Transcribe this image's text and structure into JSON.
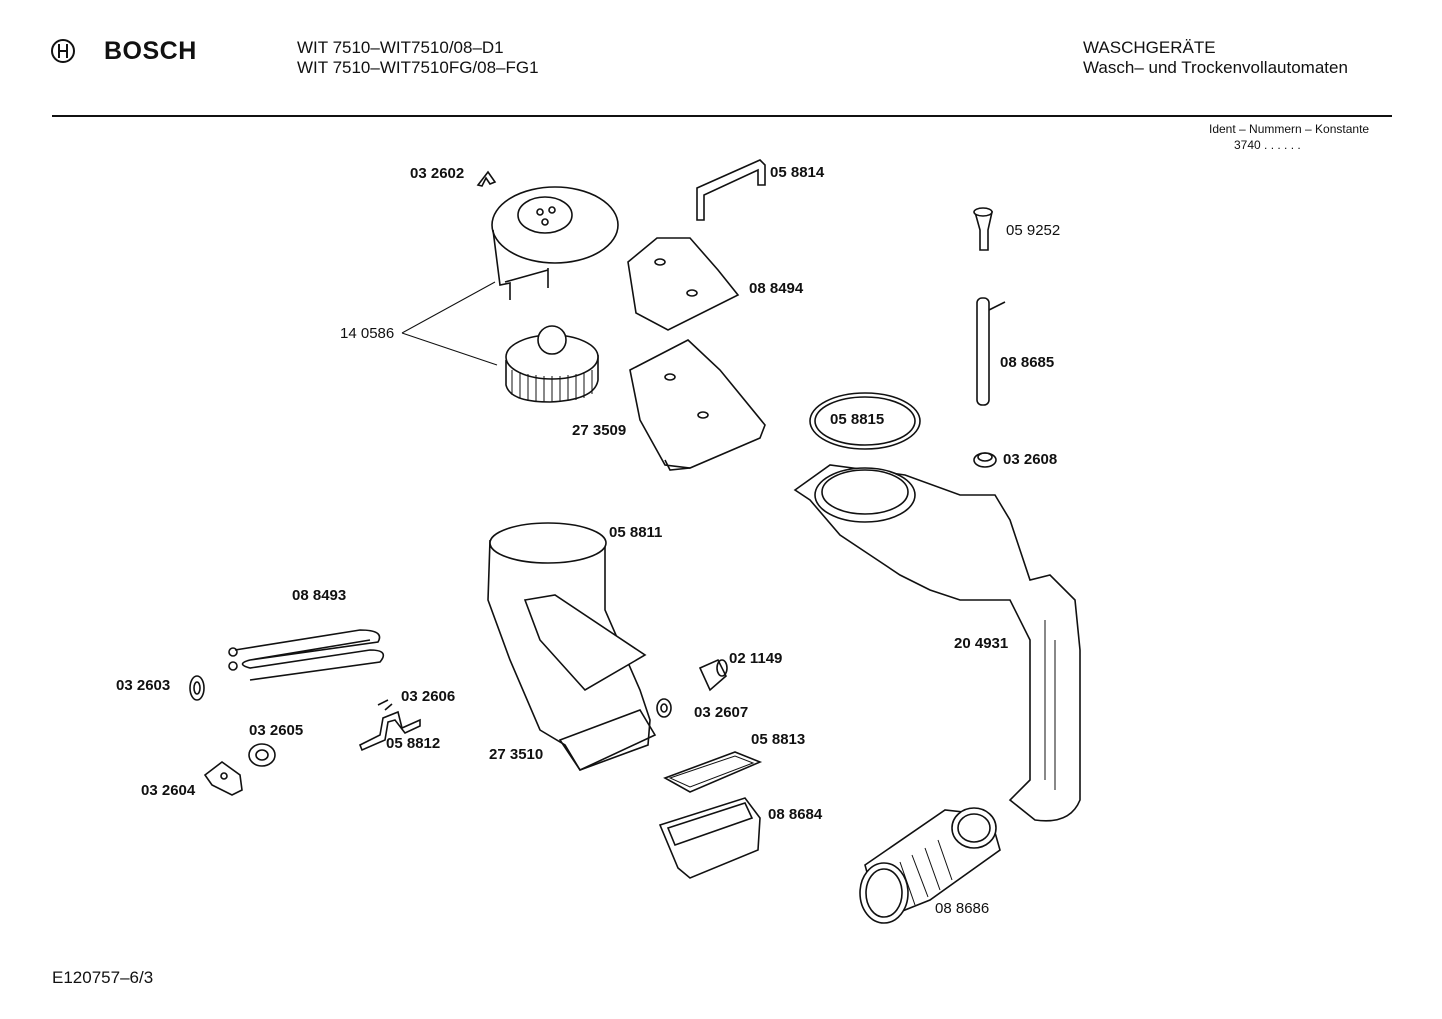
{
  "header": {
    "brand": "BOSCH",
    "model_line1": "WIT 7510–WIT7510/08–D1",
    "model_line2": "WIT 7510–WIT7510FG/08–FG1",
    "category_line1": "WASCHGERÄTE",
    "category_line2": "Wasch– und Trockenvollautomaten",
    "ident_label": "Ident – Nummern – Konstante",
    "ident_value": "3740 . .   . . . ."
  },
  "parts": {
    "p032602": "03 2602",
    "p058814": "05 8814",
    "p059252": "05 9252",
    "p088494": "08 8494",
    "p140586": "14 0586",
    "p088685": "08 8685",
    "p058815": "05 8815",
    "p273509": "27 3509",
    "p032608": "03 2608",
    "p058811": "05 8811",
    "p088493": "08 8493",
    "p204931": "20 4931",
    "p021149": "02 1149",
    "p032603": "03 2603",
    "p032606": "03 2606",
    "p032607": "03 2607",
    "p032605": "03 2605",
    "p058812": "05 8812",
    "p058813": "05 8813",
    "p273510": "27 3510",
    "p032604": "03 2604",
    "p088684": "08 8684",
    "p088686": "08 8686"
  },
  "footer": {
    "doc_id": "E120757–6/3"
  }
}
